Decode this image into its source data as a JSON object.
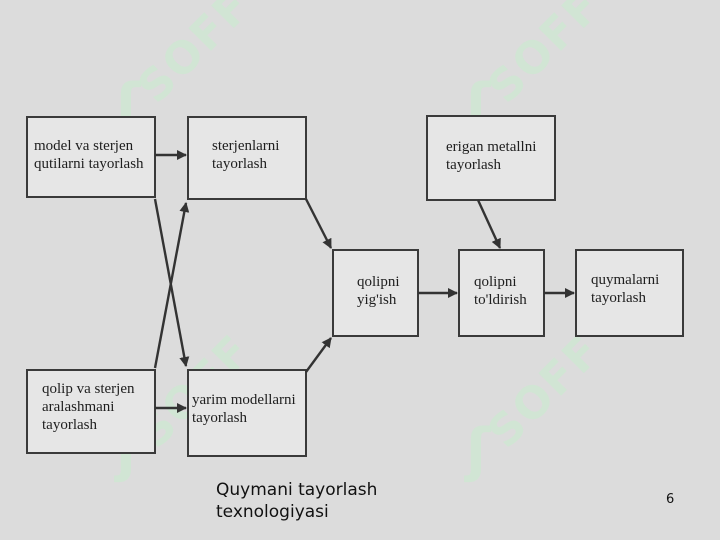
{
  "watermark": {
    "text": "SOFF",
    "color": "#cde8d2"
  },
  "diagram": {
    "nodes": {
      "model": "model va sterjen\nqutilarni tayorlash",
      "sterjen": "sterjenlarni\ntayorlash",
      "qolip_aralash": "qolip va sterjen\naralashmani\ntayorlash",
      "yarim": "yarim modellarni\ntayorlash",
      "yigish": "qolipni\nyig'ish",
      "metall": "erigan metallni\ntayorlash",
      "toldirish": "qolipni\nto'ldirish",
      "quymalar": "quymalarni\ntayorlash"
    },
    "line_color": "#333333",
    "box_fill": "#e6e6e6"
  },
  "caption": "Quymani tayorlash\ntexnologiyasi",
  "page_number": "6"
}
